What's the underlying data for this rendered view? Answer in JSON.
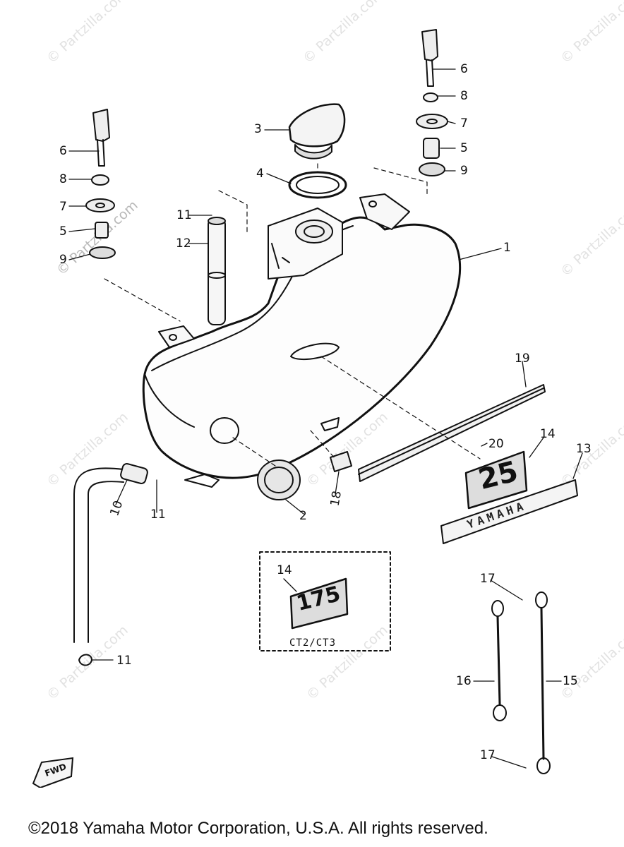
{
  "watermark": {
    "text": "© Partzilla.com"
  },
  "callouts": [
    {
      "id": "1",
      "label": "1"
    },
    {
      "id": "2",
      "label": "2"
    },
    {
      "id": "3",
      "label": "3"
    },
    {
      "id": "4",
      "label": "4"
    },
    {
      "id": "5L",
      "label": "5"
    },
    {
      "id": "5R",
      "label": "5"
    },
    {
      "id": "6L",
      "label": "6"
    },
    {
      "id": "6R",
      "label": "6"
    },
    {
      "id": "7L",
      "label": "7"
    },
    {
      "id": "7R",
      "label": "7"
    },
    {
      "id": "8L",
      "label": "8"
    },
    {
      "id": "8R",
      "label": "8"
    },
    {
      "id": "9L",
      "label": "9"
    },
    {
      "id": "9R",
      "label": "9"
    },
    {
      "id": "10",
      "label": "10"
    },
    {
      "id": "11a",
      "label": "11"
    },
    {
      "id": "11b",
      "label": "11"
    },
    {
      "id": "11c",
      "label": "11"
    },
    {
      "id": "12",
      "label": "12"
    },
    {
      "id": "13",
      "label": "13"
    },
    {
      "id": "14a",
      "label": "14"
    },
    {
      "id": "14b",
      "label": "14"
    },
    {
      "id": "15",
      "label": "15"
    },
    {
      "id": "16",
      "label": "16"
    },
    {
      "id": "17a",
      "label": "17"
    },
    {
      "id": "17b",
      "label": "17"
    },
    {
      "id": "18",
      "label": "18"
    },
    {
      "id": "19",
      "label": "19"
    },
    {
      "id": "20",
      "label": "20"
    }
  ],
  "emblems": {
    "large_number": "25",
    "alt_number": "175",
    "name_plate": "YAMAHA"
  },
  "variant_box": {
    "caption": "CT2/CT3"
  },
  "direction_marker": {
    "text": "FWD"
  },
  "footer": {
    "copyright": "©2018 Yamaha Motor Corporation, U.S.A. All rights reserved."
  }
}
